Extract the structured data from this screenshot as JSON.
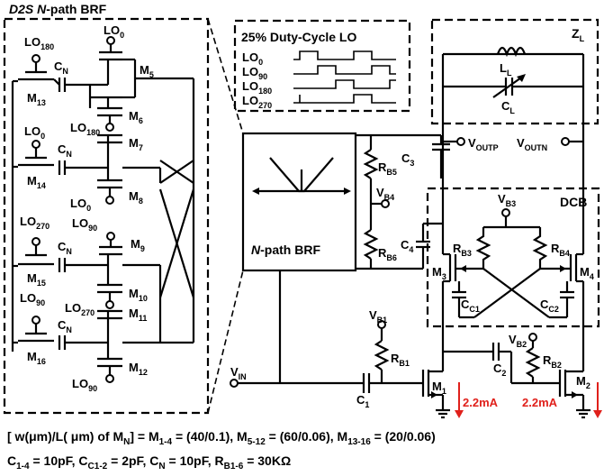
{
  "titles": {
    "left_box_title_prefix": "D2S",
    "left_box_title_n": "N",
    "left_box_title_suffix": "-path BRF",
    "duty_cycle_title": "25% Duty-Cycle LO",
    "brf_block_n": "N",
    "brf_block_suffix": "-path BRF",
    "dcb": "DCB"
  },
  "labels": {
    "lo": "LO",
    "m": "M",
    "c": "C",
    "r": "R",
    "v": "V",
    "z": "Z",
    "l": "L",
    "lo_subs": {
      "lo180_top": "180",
      "lo0_top": "0",
      "lo180_mid": "180",
      "lo0_left": "0",
      "lo0_mid": "0",
      "lo270_left": "270",
      "lo90_mid": "90",
      "lo270_mid": "270",
      "lo90_left": "90",
      "lo90_bot": "90"
    },
    "m_subs": {
      "m5": "5",
      "m6": "6",
      "m7": "7",
      "m8": "8",
      "m9": "9",
      "m10": "10",
      "m11": "11",
      "m12": "12",
      "m13": "13",
      "m14": "14",
      "m15": "15",
      "m16": "16",
      "m1": "1",
      "m2": "2",
      "m3": "3",
      "m4": "4"
    },
    "cn_sub": "N",
    "phase_subs": [
      "0",
      "90",
      "180",
      "270"
    ],
    "zl_sub": "L",
    "ll_sub": "L",
    "cl_sub": "L",
    "voutp_sub": "OUTP",
    "voutn_sub": "OUTN",
    "c3_sub": "3",
    "c4_sub": "4",
    "c1_sub": "1",
    "c2_sub": "2",
    "cc1_sub": "C1",
    "cc2_sub": "C2",
    "rb5_sub": "B5",
    "rb6_sub": "B6",
    "rb3_sub": "B3",
    "rb4_sub": "B4",
    "rb1_sub": "B1",
    "rb2_sub": "B2",
    "vb4_sub": "B4",
    "vb3_sub": "B3",
    "vb1_sub": "B1",
    "vb2_sub": "B2",
    "vin_sub": "IN",
    "current_m1": "2.2mA",
    "current_m2": "2.2mA"
  },
  "equations": {
    "line1": {
      "open": "[ w(μm)/L( μm) of M",
      "open_sub": "N",
      "mid": "] = M",
      "m14_sub": "1-4",
      "v1": " = (40/0.1), M",
      "m512_sub": "5-12",
      "v2": " = (60/0.06), M",
      "m1316_sub": "13-16",
      "v3": " = (20/0.06)"
    },
    "line2": {
      "c": "C",
      "c14_sub": "1-4",
      "v1": " = 10pF, C",
      "cc12_sub": "C1-2",
      "v2": " = 2pF, C",
      "cn_sub": "N",
      "v3": " = 10pF, R",
      "rb16_sub": "B1-6",
      "v4": " = 30KΩ"
    }
  },
  "colors": {
    "line": "#000000",
    "current_arrow": "#e0201b",
    "background": "#ffffff"
  }
}
